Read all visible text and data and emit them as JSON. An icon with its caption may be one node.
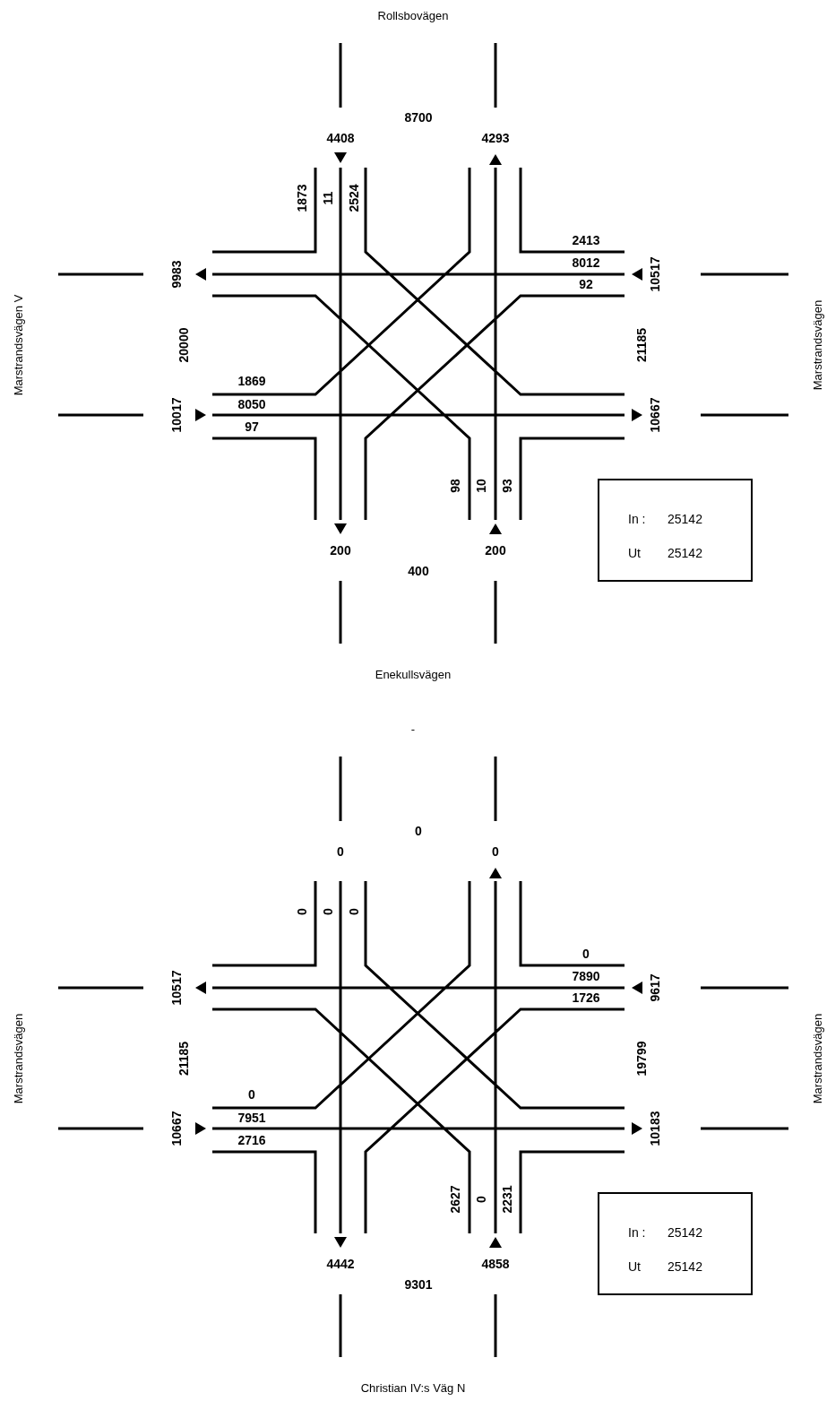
{
  "diagram": {
    "nodes": [
      {
        "text": [
          "In :",
          "25142",
          "Ut",
          "25142"
        ]
      },
      {
        "text": [
          "In :",
          "25142",
          "Ut",
          "25142"
        ]
      }
    ],
    "edges": [],
    "labels": [
      "Rollsbovägen",
      "8700",
      "4408",
      "4293",
      "1873",
      "11",
      "2524",
      "2413",
      "8012",
      "92",
      "9983",
      "10517",
      "Marstrandsvägen V",
      "Marstrandsvägen",
      "20000",
      "21185",
      "1869",
      "8050",
      "97",
      "10017",
      "10667",
      "98",
      "10",
      "93",
      "200",
      "200",
      "400",
      "Enekullsvägen",
      "-",
      "0",
      "0",
      "0",
      "0",
      "0",
      "0",
      "0",
      "7890",
      "1726",
      "10517",
      "9617",
      "Marstrandsvägen",
      "Marstrandsvägen",
      "21185",
      "19799",
      "0",
      "7951",
      "2716",
      "10667",
      "10183",
      "2627",
      "0",
      "2231",
      "4442",
      "4858",
      "9301",
      "Christian IV:s Väg N"
    ]
  }
}
